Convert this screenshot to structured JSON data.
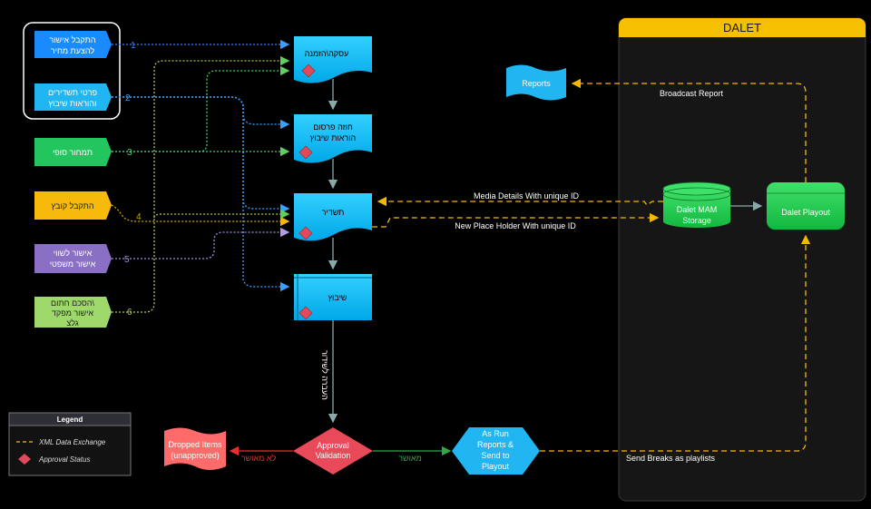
{
  "dalet": {
    "title": "DALET",
    "mam_line1": "Dalet MAM",
    "mam_line2": "Storage",
    "playout": "Dalet Playout",
    "send_breaks": "Send Breaks as playlists",
    "broadcast_report": "Broadcast Report",
    "reports": "Reports"
  },
  "inputs": [
    {
      "num": "1",
      "lines": [
        "התקבל אישור",
        "להצעת מחיר"
      ]
    },
    {
      "num": "2",
      "lines": [
        "פרטי תשדירים",
        "והוראות שיבוץ"
      ]
    },
    {
      "num": "3",
      "lines": [
        "תמחור סופי"
      ]
    },
    {
      "num": "4",
      "lines": [
        "התקבל קובץ"
      ]
    },
    {
      "num": "5",
      "lines": [
        "אישור לשווי",
        "אישור משפטי"
      ]
    },
    {
      "num": "6",
      "lines": [
        "הסכם חתום\\",
        "אישור מפקד",
        "גלצ"
      ]
    }
  ],
  "process": {
    "deal": "עסקה\\הזמנה",
    "contract_line1": "חוזה פרסום",
    "contract_line2": "הוראות שיבוץ",
    "commercial": "תשדיר",
    "schedule": "שיבוץ",
    "transfer": "העברה לשידור"
  },
  "exchange": {
    "media_details": "Media Details With unique ID",
    "placeholder": "New Place Holder With unique ID"
  },
  "validation": {
    "line1": "Approval",
    "line2": "Validation",
    "approved": "מאושר",
    "not_approved": "לא מאושר",
    "dropped_line1": "Dropped Items",
    "dropped_line2": "(unapproved)",
    "asrun_lines": [
      "As Run",
      "Reports &",
      "Send to",
      "Playout"
    ]
  },
  "legend": {
    "title": "Legend",
    "xml": "XML Data Exchange",
    "approval": "Approval Status"
  },
  "colors": {
    "cyan": "#00bfff",
    "blue": "#1e90ff",
    "green": "#22c55e",
    "yellow": "#f5b800",
    "purple": "#8a6fc4",
    "lime": "#9ed86b",
    "red": "#ff6b6b",
    "diamond": "#e04a5a"
  }
}
